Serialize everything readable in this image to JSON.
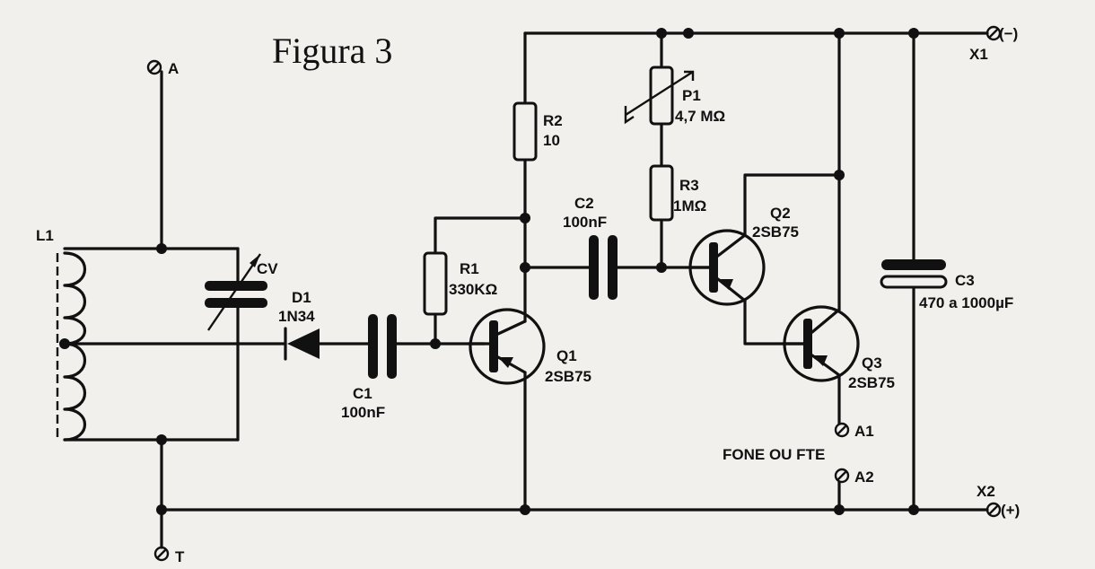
{
  "title": "Figura 3",
  "terminals": {
    "a": "A",
    "t": "T",
    "x1": "X1",
    "x1_sign": "(−)",
    "x2": "X2",
    "x2_sign": "(+)",
    "a1": "A1",
    "a2": "A2"
  },
  "components": {
    "l1": {
      "ref": "L1"
    },
    "cv": {
      "ref": "CV"
    },
    "d1": {
      "ref": "D1",
      "value": "1N34"
    },
    "c1": {
      "ref": "C1",
      "value": "100nF"
    },
    "r1": {
      "ref": "R1",
      "value": "330KΩ"
    },
    "r2": {
      "ref": "R2",
      "value": "10"
    },
    "c2": {
      "ref": "C2",
      "value": "100nF"
    },
    "p1": {
      "ref": "P1",
      "value": "4,7 MΩ"
    },
    "r3": {
      "ref": "R3",
      "value": "1MΩ"
    },
    "q1": {
      "ref": "Q1",
      "value": "2SB75"
    },
    "q2": {
      "ref": "Q2",
      "value": "2SB75"
    },
    "q3": {
      "ref": "Q3",
      "value": "2SB75"
    },
    "c3": {
      "ref": "C3",
      "value": "470 a 1000µF"
    }
  },
  "output_label": "FONE OU FTE"
}
